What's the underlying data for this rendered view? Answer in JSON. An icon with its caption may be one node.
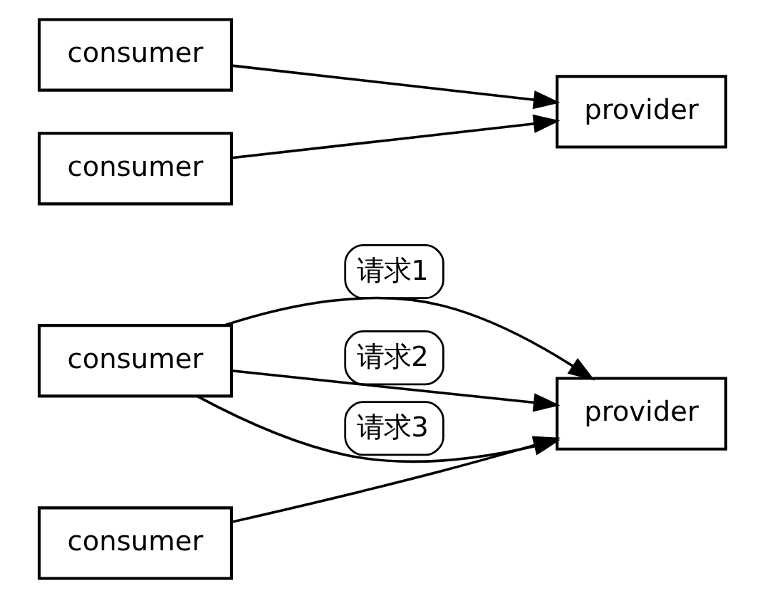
{
  "diagram": {
    "nodes": [
      {
        "text": [
          "consumer"
        ]
      },
      {
        "text": [
          "consumer"
        ]
      },
      {
        "text": [
          "provider"
        ]
      },
      {
        "text": [
          "consumer"
        ]
      },
      {
        "text": [
          "provider"
        ]
      },
      {
        "text": [
          "consumer"
        ]
      }
    ],
    "edges": [
      {
        "from": 0,
        "to": 2,
        "arrow": "to",
        "label": "请求1"
      },
      {
        "from": 0,
        "to": 2,
        "arrow": "to",
        "label": "请求2"
      },
      {
        "from": 0,
        "to": 2,
        "arrow": "to",
        "label": "请求3"
      },
      {
        "from": 1,
        "to": 2,
        "arrow": "to"
      },
      {
        "from": 3,
        "to": 4,
        "arrow": "to"
      },
      {
        "from": 5,
        "to": 4,
        "arrow": "to"
      }
    ]
  }
}
